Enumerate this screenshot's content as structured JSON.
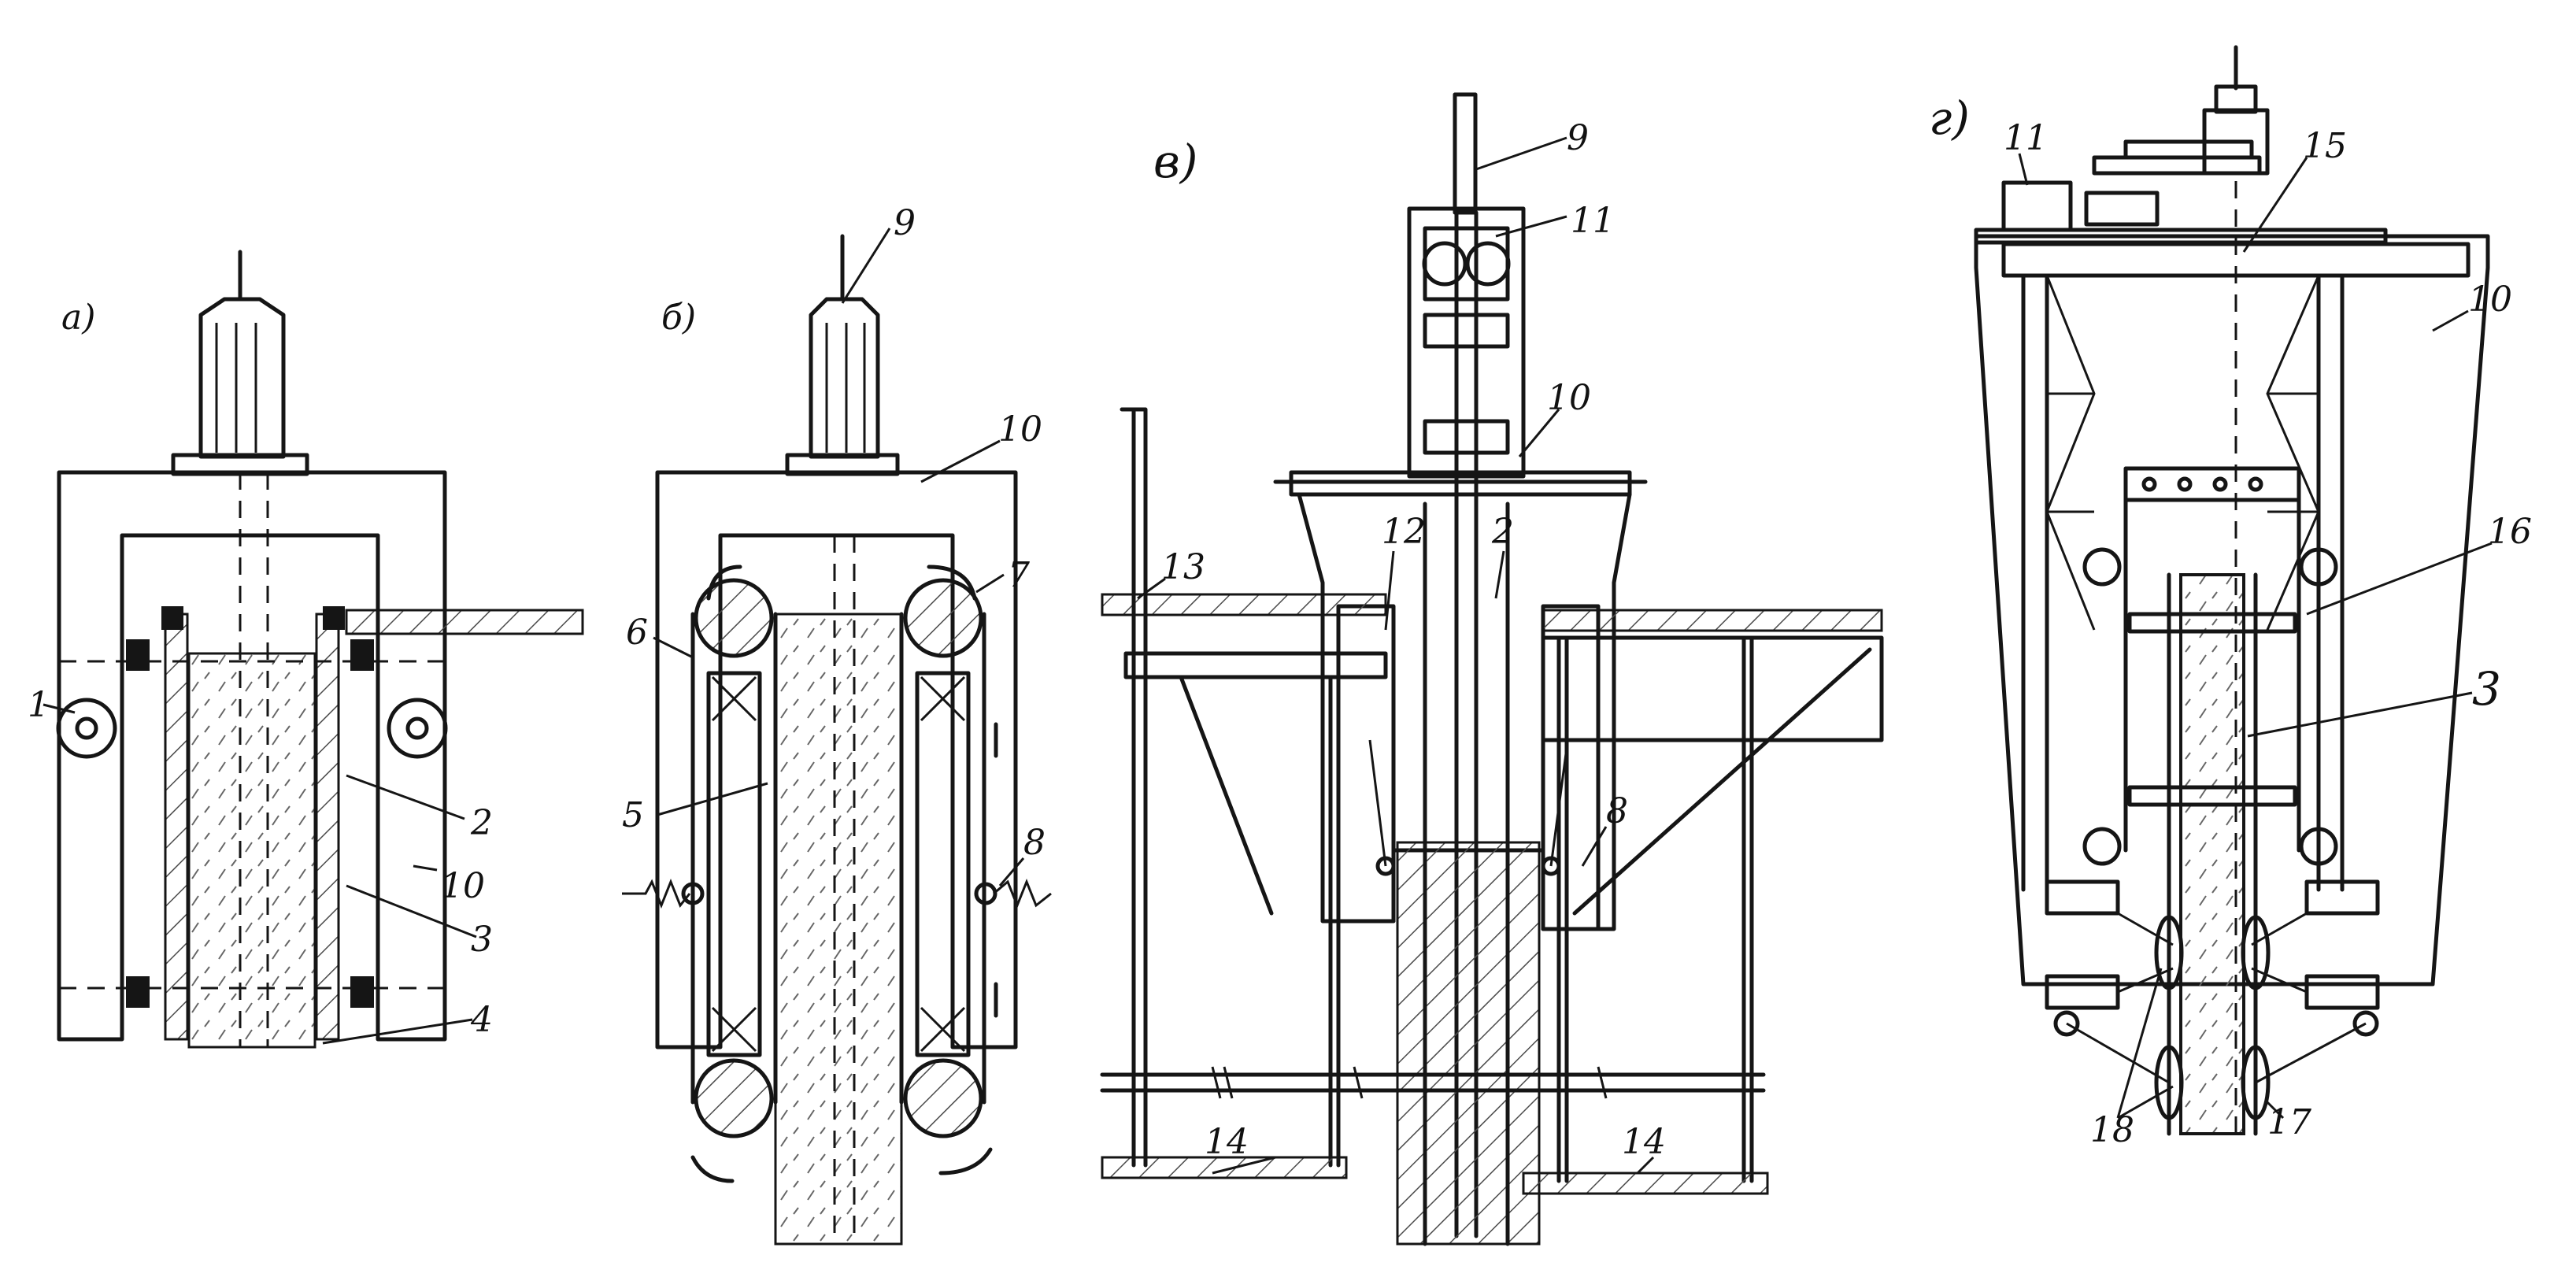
{
  "panels": {
    "a": {
      "letter": "а)",
      "callouts": [
        "1",
        "2",
        "3",
        "4",
        "10"
      ]
    },
    "b": {
      "letter": "б)",
      "callouts": [
        "9",
        "10",
        "7",
        "6",
        "5",
        "8"
      ]
    },
    "v": {
      "letter": "в)",
      "callouts": [
        "9",
        "11",
        "10",
        "12",
        "2",
        "13",
        "8",
        "14",
        "14"
      ]
    },
    "g": {
      "letter": "г)",
      "callouts": [
        "11",
        "15",
        "10",
        "16",
        "3",
        "18",
        "17"
      ]
    }
  },
  "colors": {
    "ink": "#151515",
    "paper": "#ffffff",
    "hatch": "#4a4a4a"
  }
}
